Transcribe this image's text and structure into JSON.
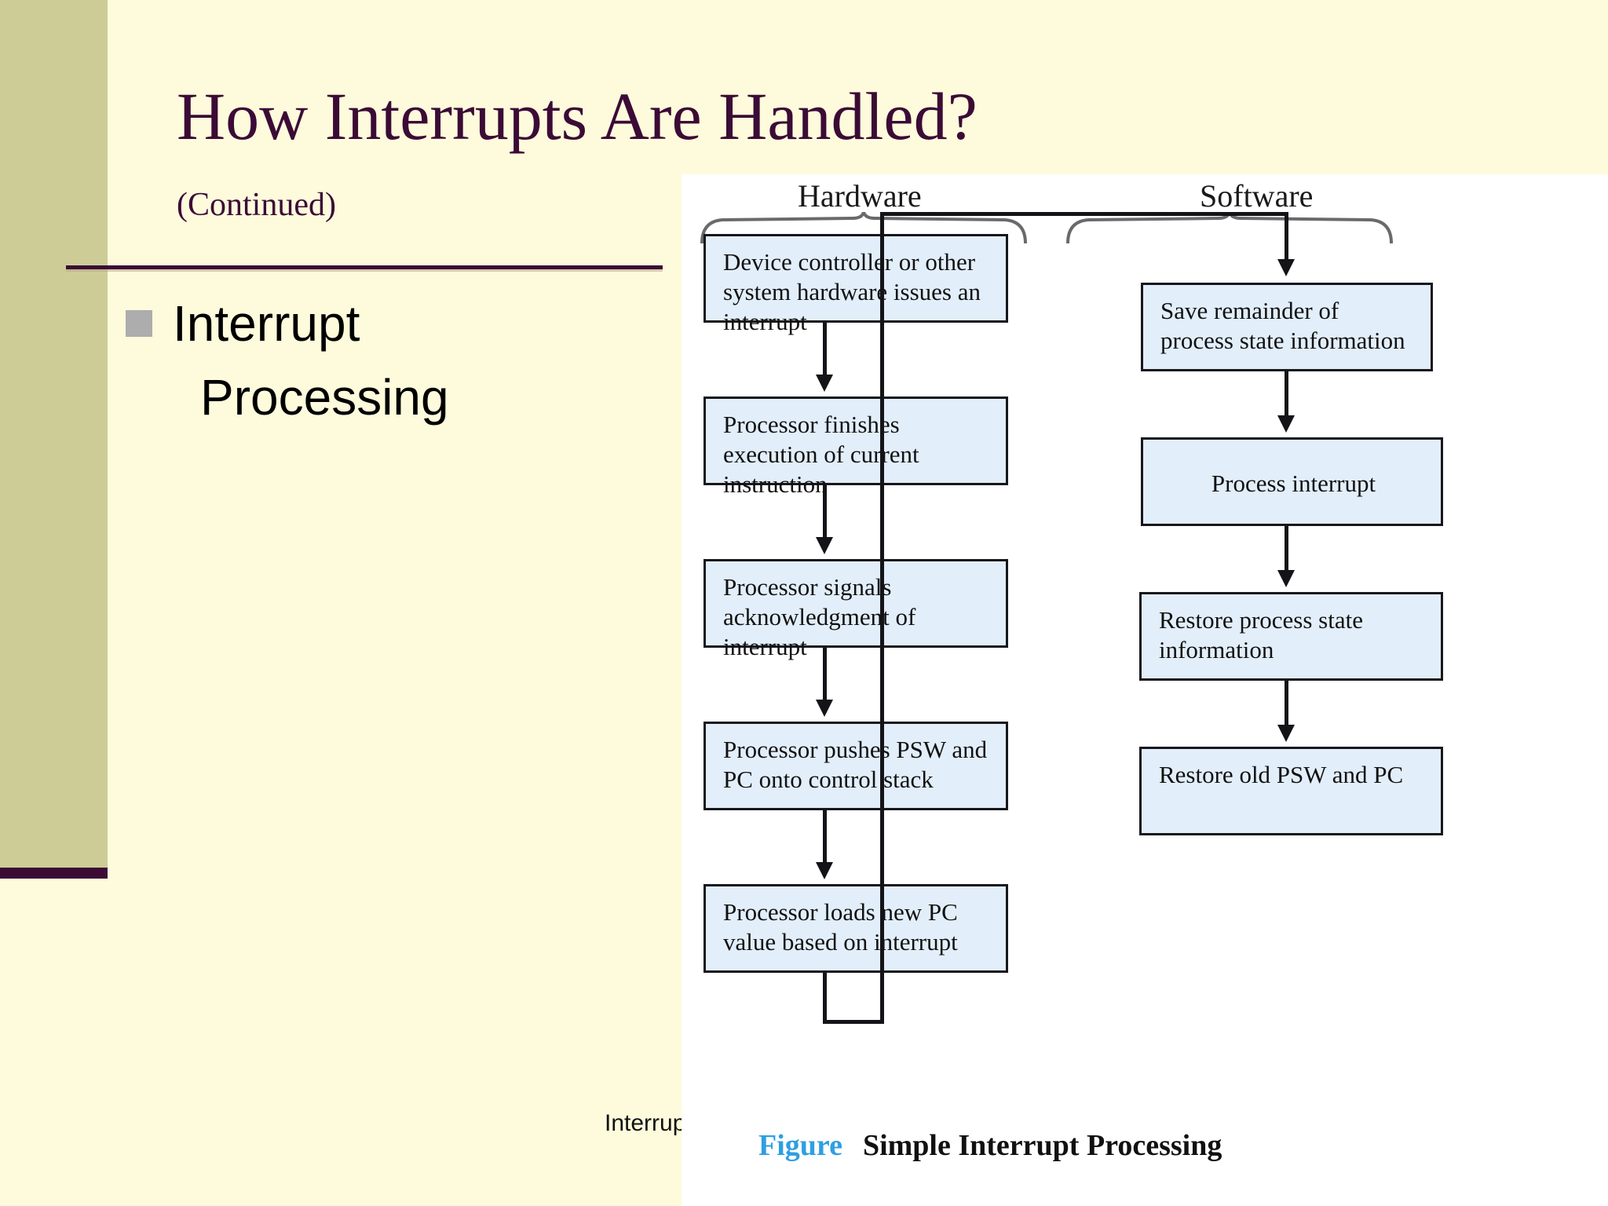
{
  "slide": {
    "title": "How Interrupts Are Handled?",
    "subtitle": "(Continued)",
    "bullet_line1": "Interrupt",
    "bullet_line2": "Processing",
    "footer_note": "Interrupt",
    "colors": {
      "background": "#fdfbdc",
      "side_band": "#cdcc97",
      "title_text": "#3b0b36",
      "bullet_marker": "#adadad",
      "node_fill": "#e2eefa",
      "node_border": "#17171c",
      "node_shadow": "#cfcfcf",
      "caption_accent": "#2f9fe0"
    }
  },
  "figure": {
    "caption_label": "Figure",
    "caption_title": "Simple Interrupt Processing",
    "columns": [
      {
        "header": "Hardware"
      },
      {
        "header": "Software"
      }
    ],
    "hardware_steps": [
      "Device controller or other system hardware issues an interrupt",
      "Processor finishes execution of current instruction",
      "Processor signals acknowledgment of interrupt",
      "Processor pushes PSW and PC onto control stack",
      "Processor loads new PC value based on interrupt"
    ],
    "software_steps": [
      "Save remainder of process state information",
      "Process interrupt",
      "Restore process state information",
      "Restore old PSW and PC"
    ]
  }
}
